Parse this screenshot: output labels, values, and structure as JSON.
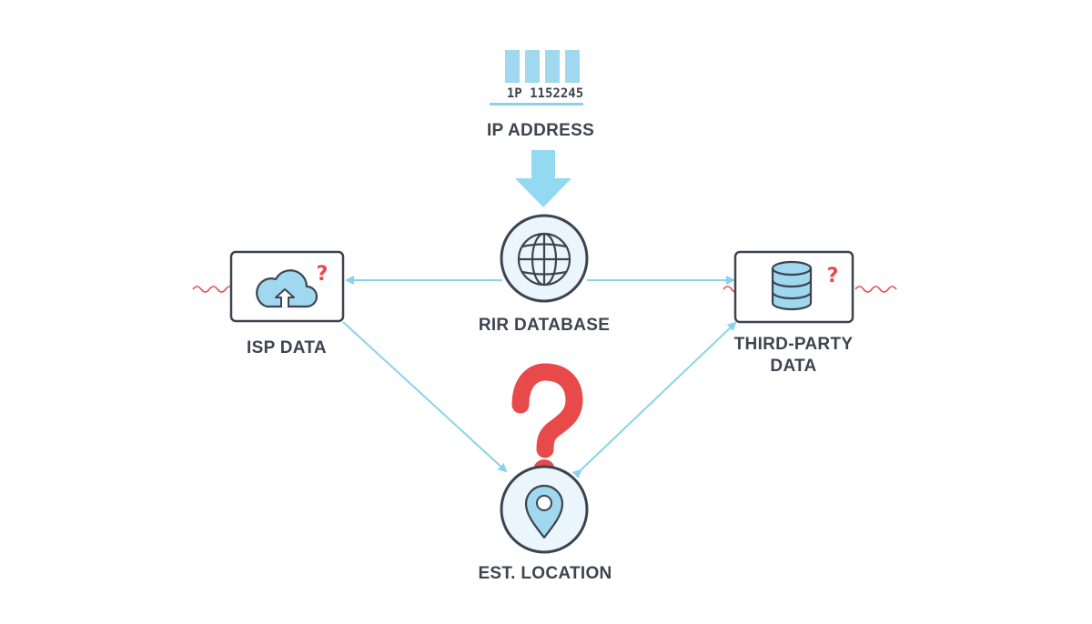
{
  "ip_address": {
    "code": "1P 1152245",
    "label": "IP ADDRESS"
  },
  "nodes": {
    "rir": {
      "label": "RIR DATABASE",
      "icon": "globe-icon"
    },
    "isp": {
      "label": "ISP DATA",
      "icon": "cloud-upload-icon"
    },
    "third_party": {
      "label_lines": [
        "THIRD-PARTY",
        "DATA"
      ],
      "icon": "database-icon"
    },
    "location": {
      "label": "EST. LOCATION",
      "icon": "location-pin-icon"
    }
  },
  "question_mark": "?",
  "colors": {
    "line": "#87d3ec",
    "arrow_fill": "#93d9f1",
    "stroke": "#3d4450",
    "icon_fill": "#9fd8ef",
    "accent_red": "#e84a4a"
  }
}
